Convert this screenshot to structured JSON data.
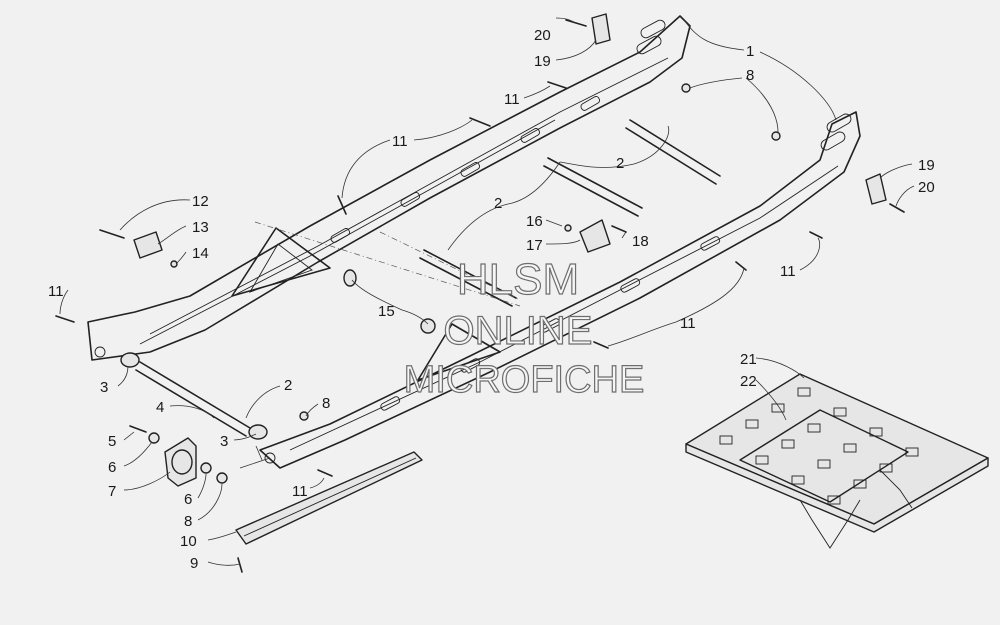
{
  "watermark": {
    "line1": "HLSM",
    "line2": "ONLINE",
    "line3": "MICROFICHE"
  },
  "callouts": [
    {
      "id": "c20a",
      "label": "20"
    },
    {
      "id": "c19a",
      "label": "19"
    },
    {
      "id": "c1",
      "label": "1"
    },
    {
      "id": "c8a",
      "label": "8"
    },
    {
      "id": "c11a",
      "label": "11"
    },
    {
      "id": "c11b",
      "label": "11"
    },
    {
      "id": "c2a",
      "label": "2"
    },
    {
      "id": "c19b",
      "label": "19"
    },
    {
      "id": "c20b",
      "label": "20"
    },
    {
      "id": "c12",
      "label": "12"
    },
    {
      "id": "c13",
      "label": "13"
    },
    {
      "id": "c14",
      "label": "14"
    },
    {
      "id": "c2b",
      "label": "2"
    },
    {
      "id": "c16",
      "label": "16"
    },
    {
      "id": "c17",
      "label": "17"
    },
    {
      "id": "c18",
      "label": "18"
    },
    {
      "id": "c11c",
      "label": "11"
    },
    {
      "id": "c11d",
      "label": "11"
    },
    {
      "id": "c15",
      "label": "15"
    },
    {
      "id": "c11e",
      "label": "11"
    },
    {
      "id": "c21",
      "label": "21"
    },
    {
      "id": "c22",
      "label": "22"
    },
    {
      "id": "c3a",
      "label": "3"
    },
    {
      "id": "c4",
      "label": "4"
    },
    {
      "id": "c2c",
      "label": "2"
    },
    {
      "id": "c8b",
      "label": "8"
    },
    {
      "id": "c5",
      "label": "5"
    },
    {
      "id": "c3b",
      "label": "3"
    },
    {
      "id": "c6a",
      "label": "6"
    },
    {
      "id": "c7",
      "label": "7"
    },
    {
      "id": "c11f",
      "label": "11"
    },
    {
      "id": "c6b",
      "label": "6"
    },
    {
      "id": "c8c",
      "label": "8"
    },
    {
      "id": "c10",
      "label": "10"
    },
    {
      "id": "c9",
      "label": "9"
    }
  ]
}
